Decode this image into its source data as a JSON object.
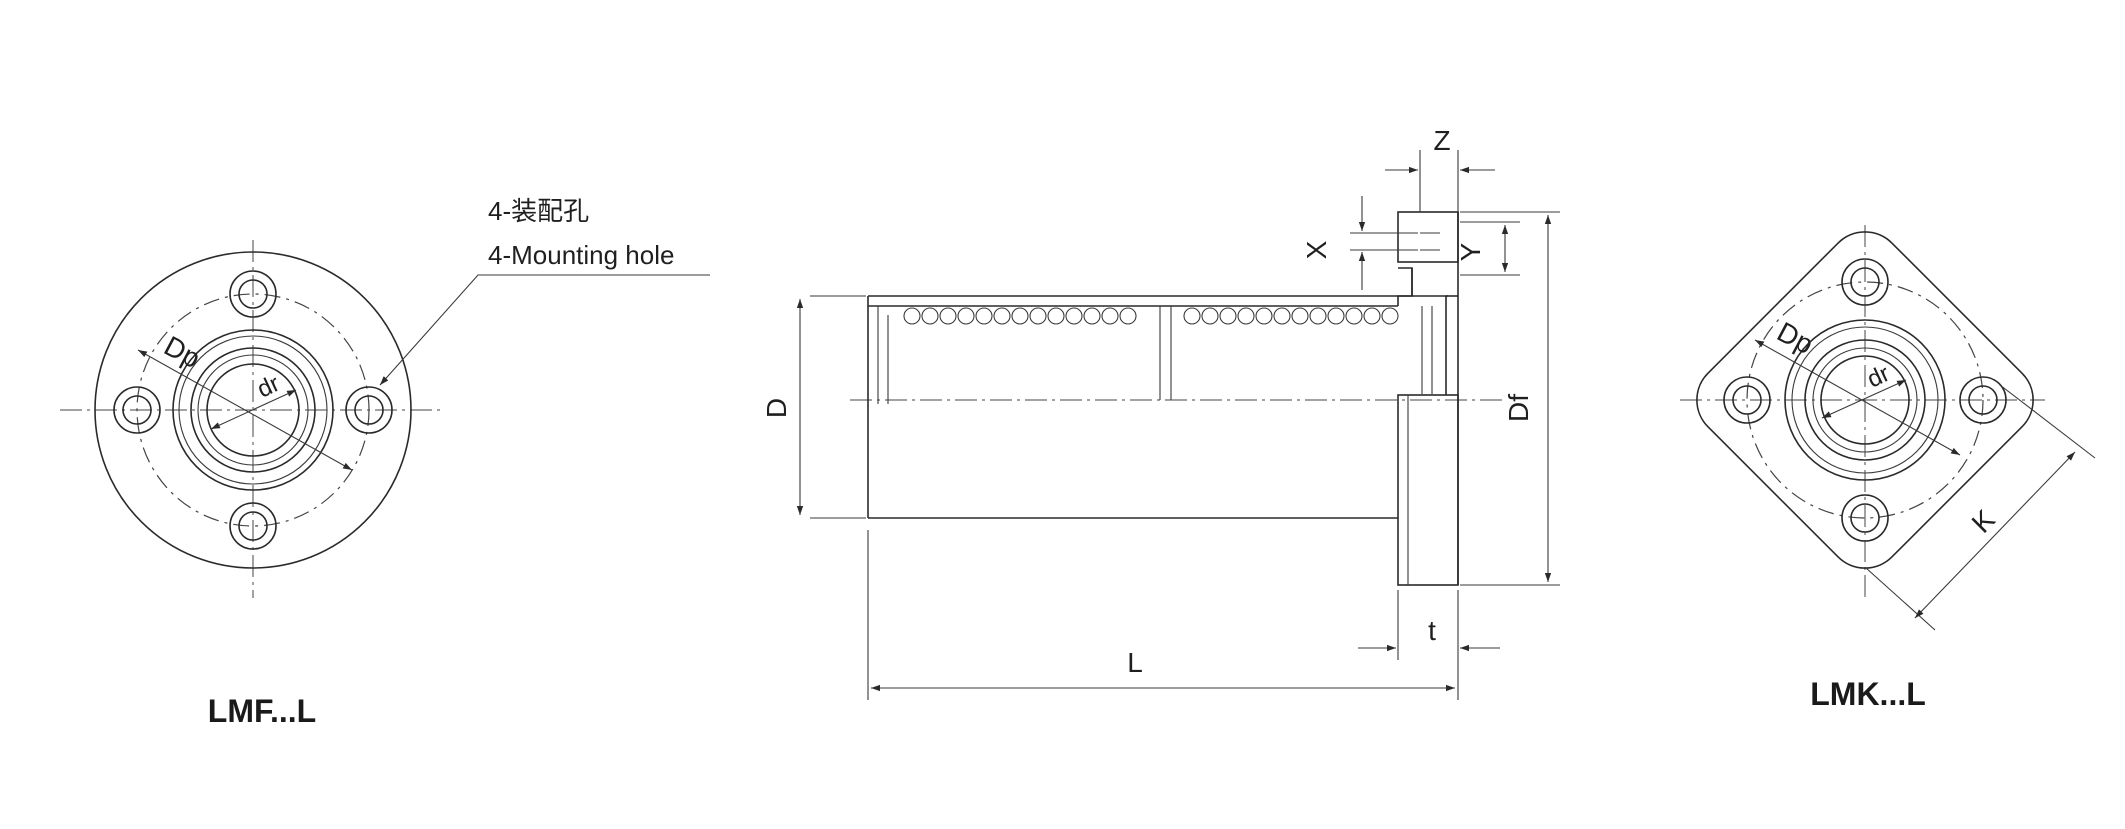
{
  "left_view": {
    "title": "LMF...L",
    "dims": {
      "pitch_diameter": "Dp",
      "bore": "dr"
    },
    "callout": {
      "line1": "4-装配孔",
      "line2": "4-Mounting hole"
    }
  },
  "side_view": {
    "dims": {
      "outer_diameter": "D",
      "flange_diameter": "Df",
      "length": "L",
      "flange_thickness": "t",
      "counterbore_depth": "Z",
      "hole_diameter": "X",
      "counterbore_diameter": "Y"
    }
  },
  "right_view": {
    "title": "LMK...L",
    "dims": {
      "pitch_diameter": "Dp",
      "bore": "dr",
      "square_width": "K"
    }
  }
}
